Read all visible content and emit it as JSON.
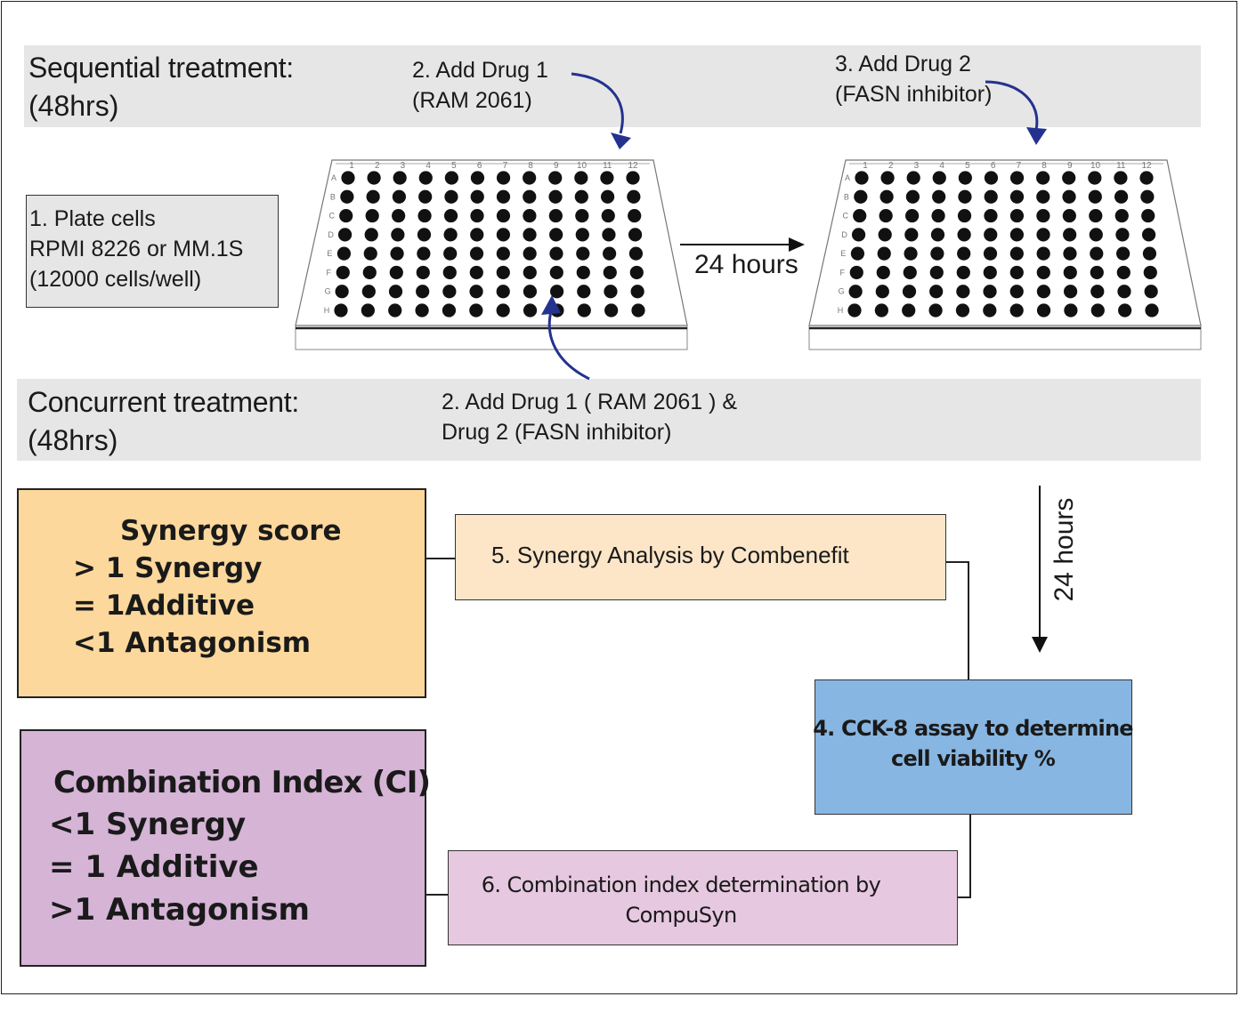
{
  "sequential": {
    "title": "Sequential treatment:",
    "duration": "(48hrs)",
    "step2_line1": "2. Add Drug 1",
    "step2_line2": "(RAM 2061)",
    "step3_line1": "3. Add Drug 2",
    "step3_line2": "(FASN inhibitor)"
  },
  "plate_cells": {
    "line1": "1. Plate cells",
    "line2": "RPMI 8226 or MM.1S",
    "line3": "(12000 cells/well)"
  },
  "interval_horizontal": "24 hours",
  "interval_vertical": "24 hours",
  "concurrent": {
    "title": "Concurrent treatment:",
    "duration": "(48hrs)",
    "step2_line1": "2. Add Drug 1 ( RAM 2061 ) &",
    "step2_line2": "Drug 2 (FASN inhibitor)"
  },
  "plate": {
    "rows": [
      "A",
      "B",
      "C",
      "D",
      "E",
      "F",
      "G",
      "H"
    ],
    "columns": [
      "1",
      "2",
      "3",
      "4",
      "5",
      "6",
      "7",
      "8",
      "9",
      "10",
      "11",
      "12"
    ]
  },
  "synergy_score": {
    "title": "Synergy score",
    "line1": "> 1 Synergy",
    "line2": "= 1Additive",
    "line3": "<1 Antagonism"
  },
  "combination_index": {
    "title": "Combination Index (CI)",
    "line1": "<1  Synergy",
    "line2": "= 1 Additive",
    "line3": ">1 Antagonism"
  },
  "step5": "5. Synergy Analysis by Combenefit",
  "step4": {
    "line1": "4. CCK-8 assay to determine",
    "line2": "cell viability %"
  },
  "step6": {
    "line1": "6. Combination index  determination by",
    "line2": "CompuSyn"
  },
  "colors": {
    "band": "#e6e6e6",
    "synergy_box": "#fdd89c",
    "step5_box": "#fde6c8",
    "ci_box": "#d5b4d6",
    "step6_box": "#e6c8e0",
    "step4_box": "#87b6e2",
    "arrow_blue": "#24328f"
  }
}
